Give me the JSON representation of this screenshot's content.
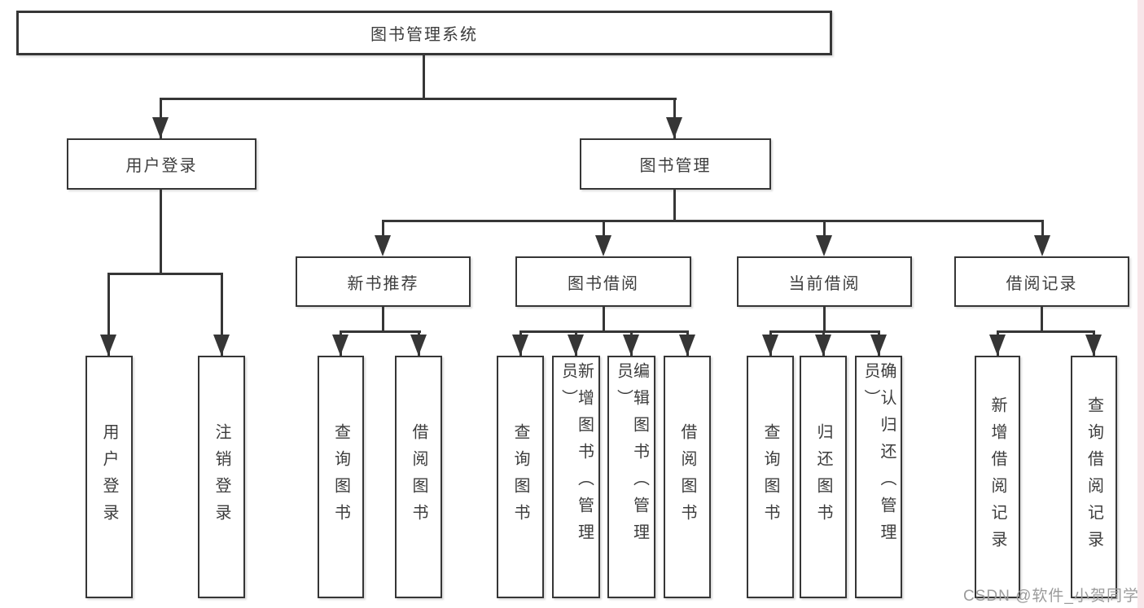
{
  "nodes": {
    "root": "图书管理系统",
    "level2": [
      "用户登录",
      "图书管理"
    ],
    "level3": [
      "新书推荐",
      "图书借阅",
      "当前借阅",
      "借阅记录"
    ],
    "leaves": [
      "用户登录",
      "注销登录",
      "查询图书",
      "借阅图书",
      "查询图书",
      "新增图书（管理员）",
      "编辑图书（管理员）",
      "借阅图书",
      "查询图书",
      "归还图书",
      "确认归还（管理员）",
      "新增借阅记录",
      "查询借阅记录"
    ]
  },
  "watermark": "CSDN @软件_小贺同学",
  "colors": {
    "line": "#363636",
    "box_border": "#363636",
    "text": "#3d3d3d",
    "background": "#ffffff",
    "watermark": "#9b9b9b",
    "right_edge_tint": "#f7e6e9"
  }
}
